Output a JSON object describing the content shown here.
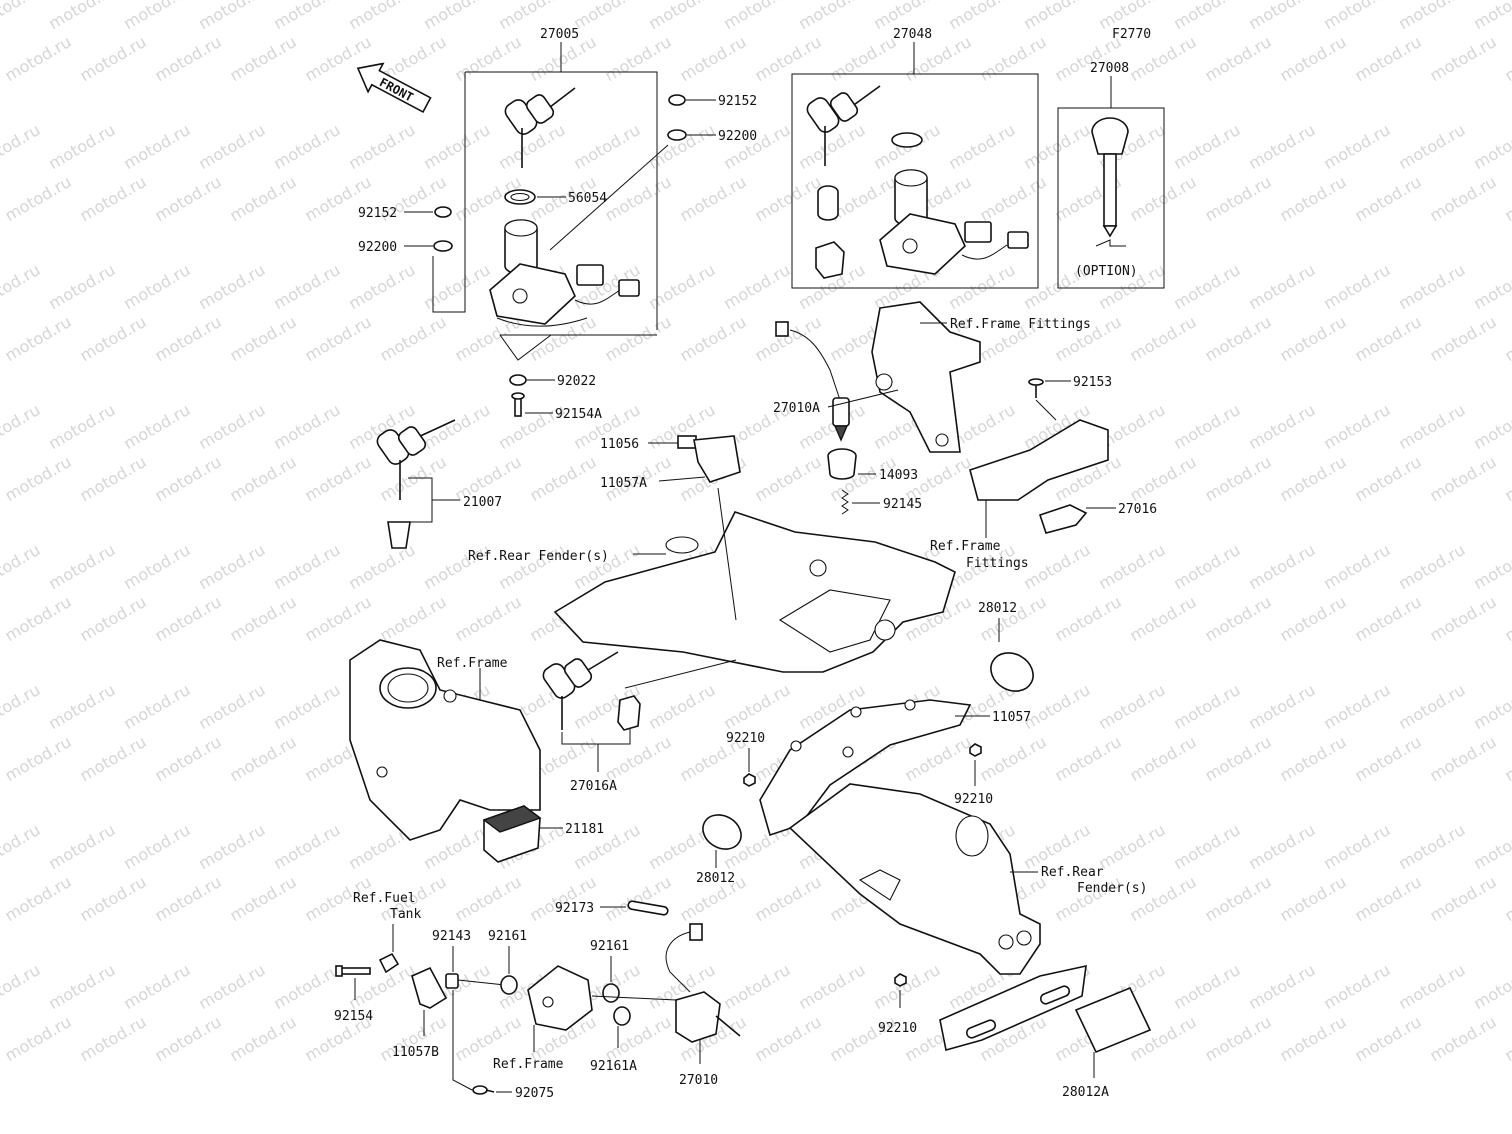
{
  "diagram": {
    "figure_code": "F2770",
    "watermark_text": "motod.ru",
    "front_arrow_label": "FRONT",
    "option_label": "(OPTION)",
    "callouts": {
      "p27005": "27005",
      "p27048": "27048",
      "p27008": "27008",
      "p92152a": "92152",
      "p92200a": "92200",
      "p56054": "56054",
      "p92152b": "92152",
      "p92200b": "92200",
      "p92022": "92022",
      "p92154A": "92154A",
      "p21007": "21007",
      "p11056": "11056",
      "p11057A": "11057A",
      "p27010A": "27010A",
      "p14093": "14093",
      "p92145": "92145",
      "p92153": "92153",
      "p27016": "27016",
      "p28012a": "28012",
      "p11057": "11057",
      "p92210a": "92210",
      "p92210b": "92210",
      "p27016A": "27016A",
      "p21181": "21181",
      "p28012b": "28012",
      "p92173": "92173",
      "p92143": "92143",
      "p92161a": "92161",
      "p92161b": "92161",
      "p92154": "92154",
      "p11057B": "11057B",
      "p92161A": "92161A",
      "p27010": "27010",
      "p92075": "92075",
      "p92210c": "92210",
      "p28012A": "28012A"
    },
    "references": {
      "frame_fittings_top": "Ref.Frame Fittings",
      "frame_fittings_mid_1": "Ref.Frame",
      "frame_fittings_mid_2": "Fittings",
      "rear_fender_top": "Ref.Rear Fender(s)",
      "frame_left": "Ref.Frame",
      "rear_fender_right_1": "Ref.Rear",
      "rear_fender_right_2": "Fender(s)",
      "fuel_tank_1": "Ref.Fuel",
      "fuel_tank_2": "Tank",
      "frame_bottom": "Ref.Frame"
    }
  }
}
